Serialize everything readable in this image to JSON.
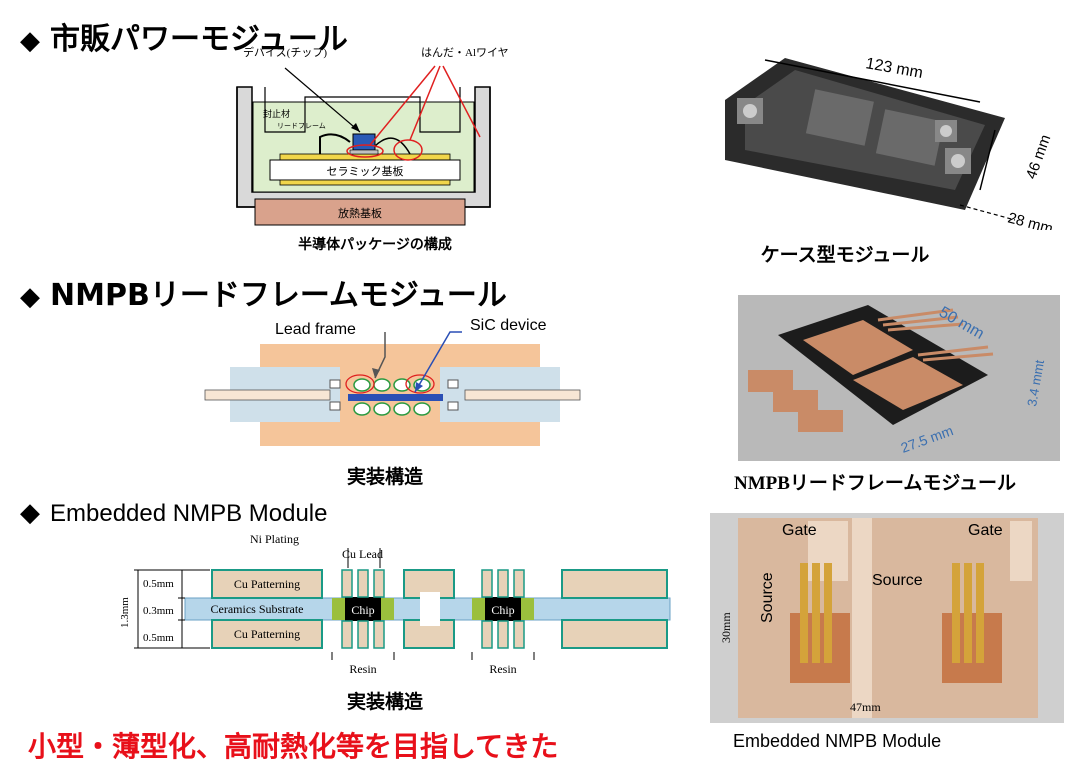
{
  "sections": [
    {
      "title": "市販パワーモジュール",
      "caption": "半導体パッケージの構成",
      "photo_caption": "ケース型モジュール"
    },
    {
      "title": "NMPBリードフレームモジュール",
      "caption": "実装構造",
      "photo_caption": "NMPBリードフレームモジュール"
    },
    {
      "title": "Embedded NMPB Module",
      "caption": "実装構造",
      "photo_caption": "Embedded NMPB Module"
    }
  ],
  "bullet": "◆",
  "diagram1": {
    "device": "デバイス(チップ)",
    "solder": "はんだ・Alワイヤ",
    "sealant": "封止材",
    "leadframe": "リードフレーム",
    "ceramic": "セラミック基板",
    "heatsink": "放熱基板"
  },
  "photo1": {
    "dim_len": "123 mm",
    "dim_h": "46 mm",
    "dim_w": "28 mm"
  },
  "diagram2": {
    "lead": "Lead frame",
    "sic": "SiC device"
  },
  "photo2": {
    "dim_len": "50 mm",
    "dim_w": "27.5 mm",
    "dim_t": "3.4 mmt"
  },
  "diagram3": {
    "ni": "Ni Plating",
    "cu_lead": "Cu Lead",
    "cu_pat_top": "Cu Patterning",
    "cu_pat_bot": "Cu Patterning",
    "ceramic": "Ceramics Substrate",
    "chip1": "Chip",
    "chip2": "Chip",
    "resin1": "Resin",
    "resin2": "Resin",
    "d1": "0.5mm",
    "d2": "0.3mm",
    "d3": "0.5mm",
    "dt": "1.3mm"
  },
  "photo3": {
    "gate1": "Gate",
    "gate2": "Gate",
    "source1": "Source",
    "source2": "Source",
    "dim_h": "30mm",
    "dim_w": "47mm"
  },
  "conclusion": "小型・薄型化、高耐熱化等を目指してきた",
  "colors": {
    "conclusion": "#e8101a",
    "orange": "#f5c59a",
    "green_lead": "#1a9a86",
    "copper": "#e7c2a3",
    "substrate": "#b6d6ea"
  }
}
